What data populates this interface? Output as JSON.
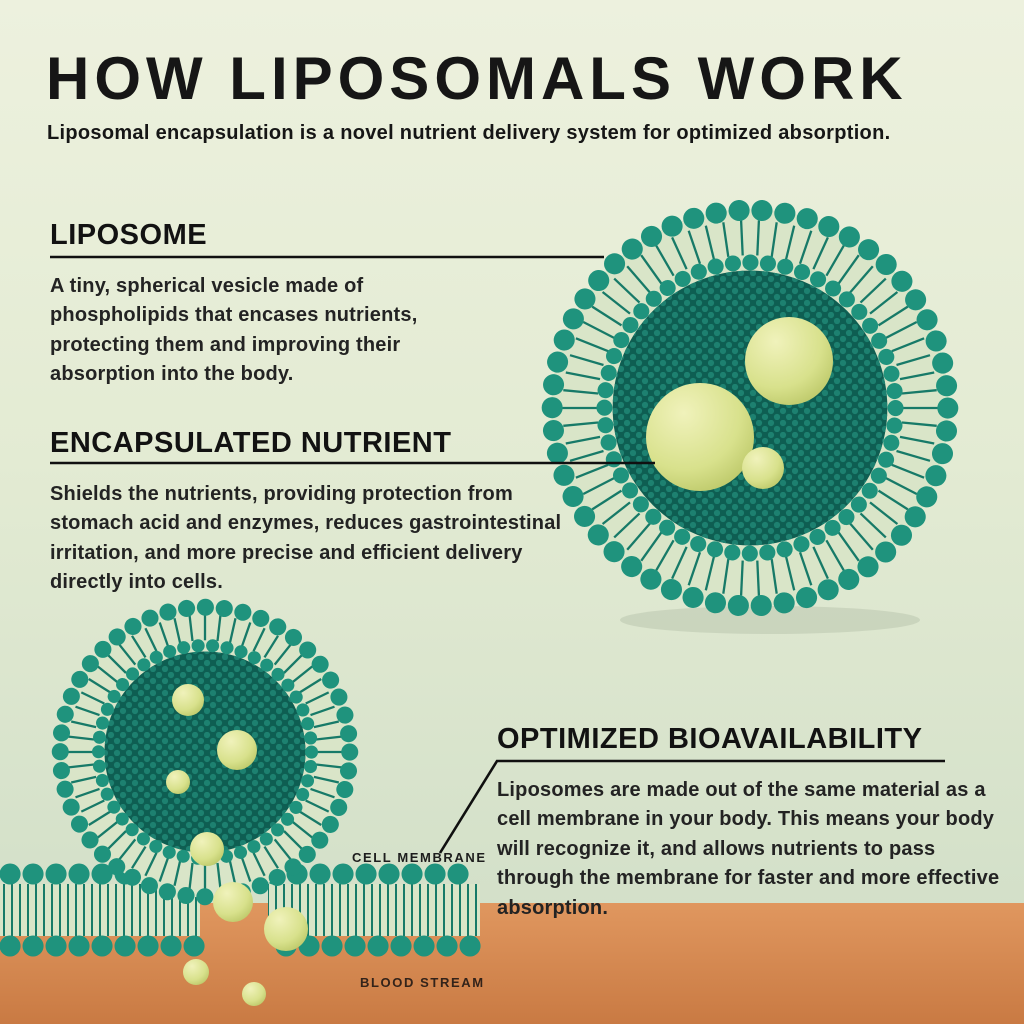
{
  "page": {
    "title": "HOW LIPOSOMALS WORK",
    "subtitle": "Liposomal encapsulation is a novel nutrient delivery system for optimized absorption."
  },
  "sections": {
    "liposome": {
      "heading": "LIPOSOME",
      "body": "A tiny, spherical vesicle made of phospholipids that encases nutrients, protecting them and improving their absorption into the body."
    },
    "encapsulated_nutrient": {
      "heading": "ENCAPSULATED NUTRIENT",
      "body": "Shields the nutrients, providing protection from stomach acid and enzymes, reduces gastrointestinal irritation, and more precise and efficient delivery directly into cells."
    },
    "optimized_bioavailability": {
      "heading": "OPTIMIZED BIOAVAILABILITY",
      "body": "Liposomes are made out of the same material as a cell membrane in your body. This means your body will recognize it, and allows nutrients to pass through the membrane for faster and more effective absorption."
    }
  },
  "diagram_labels": {
    "cell_membrane": "CELL MEMBRANE",
    "blood_stream": "BLOOD STREAM"
  },
  "colors": {
    "background_top": "#edf1de",
    "background_bottom": "#cfddc6",
    "teal": "#1f937d",
    "teal_line": "#177a68",
    "teal_dot": "#1d8170",
    "teal_deep": "#0e5e52",
    "vesicle_bg": "#d9e5c8",
    "nutrient_light": "#f0f2bb",
    "nutrient_mid": "#d8e18c",
    "nutrient_dark": "#adba55",
    "blood_light": "#e0975f",
    "blood_dark": "#c97a43",
    "text": "#161616",
    "connector": "#101010"
  }
}
